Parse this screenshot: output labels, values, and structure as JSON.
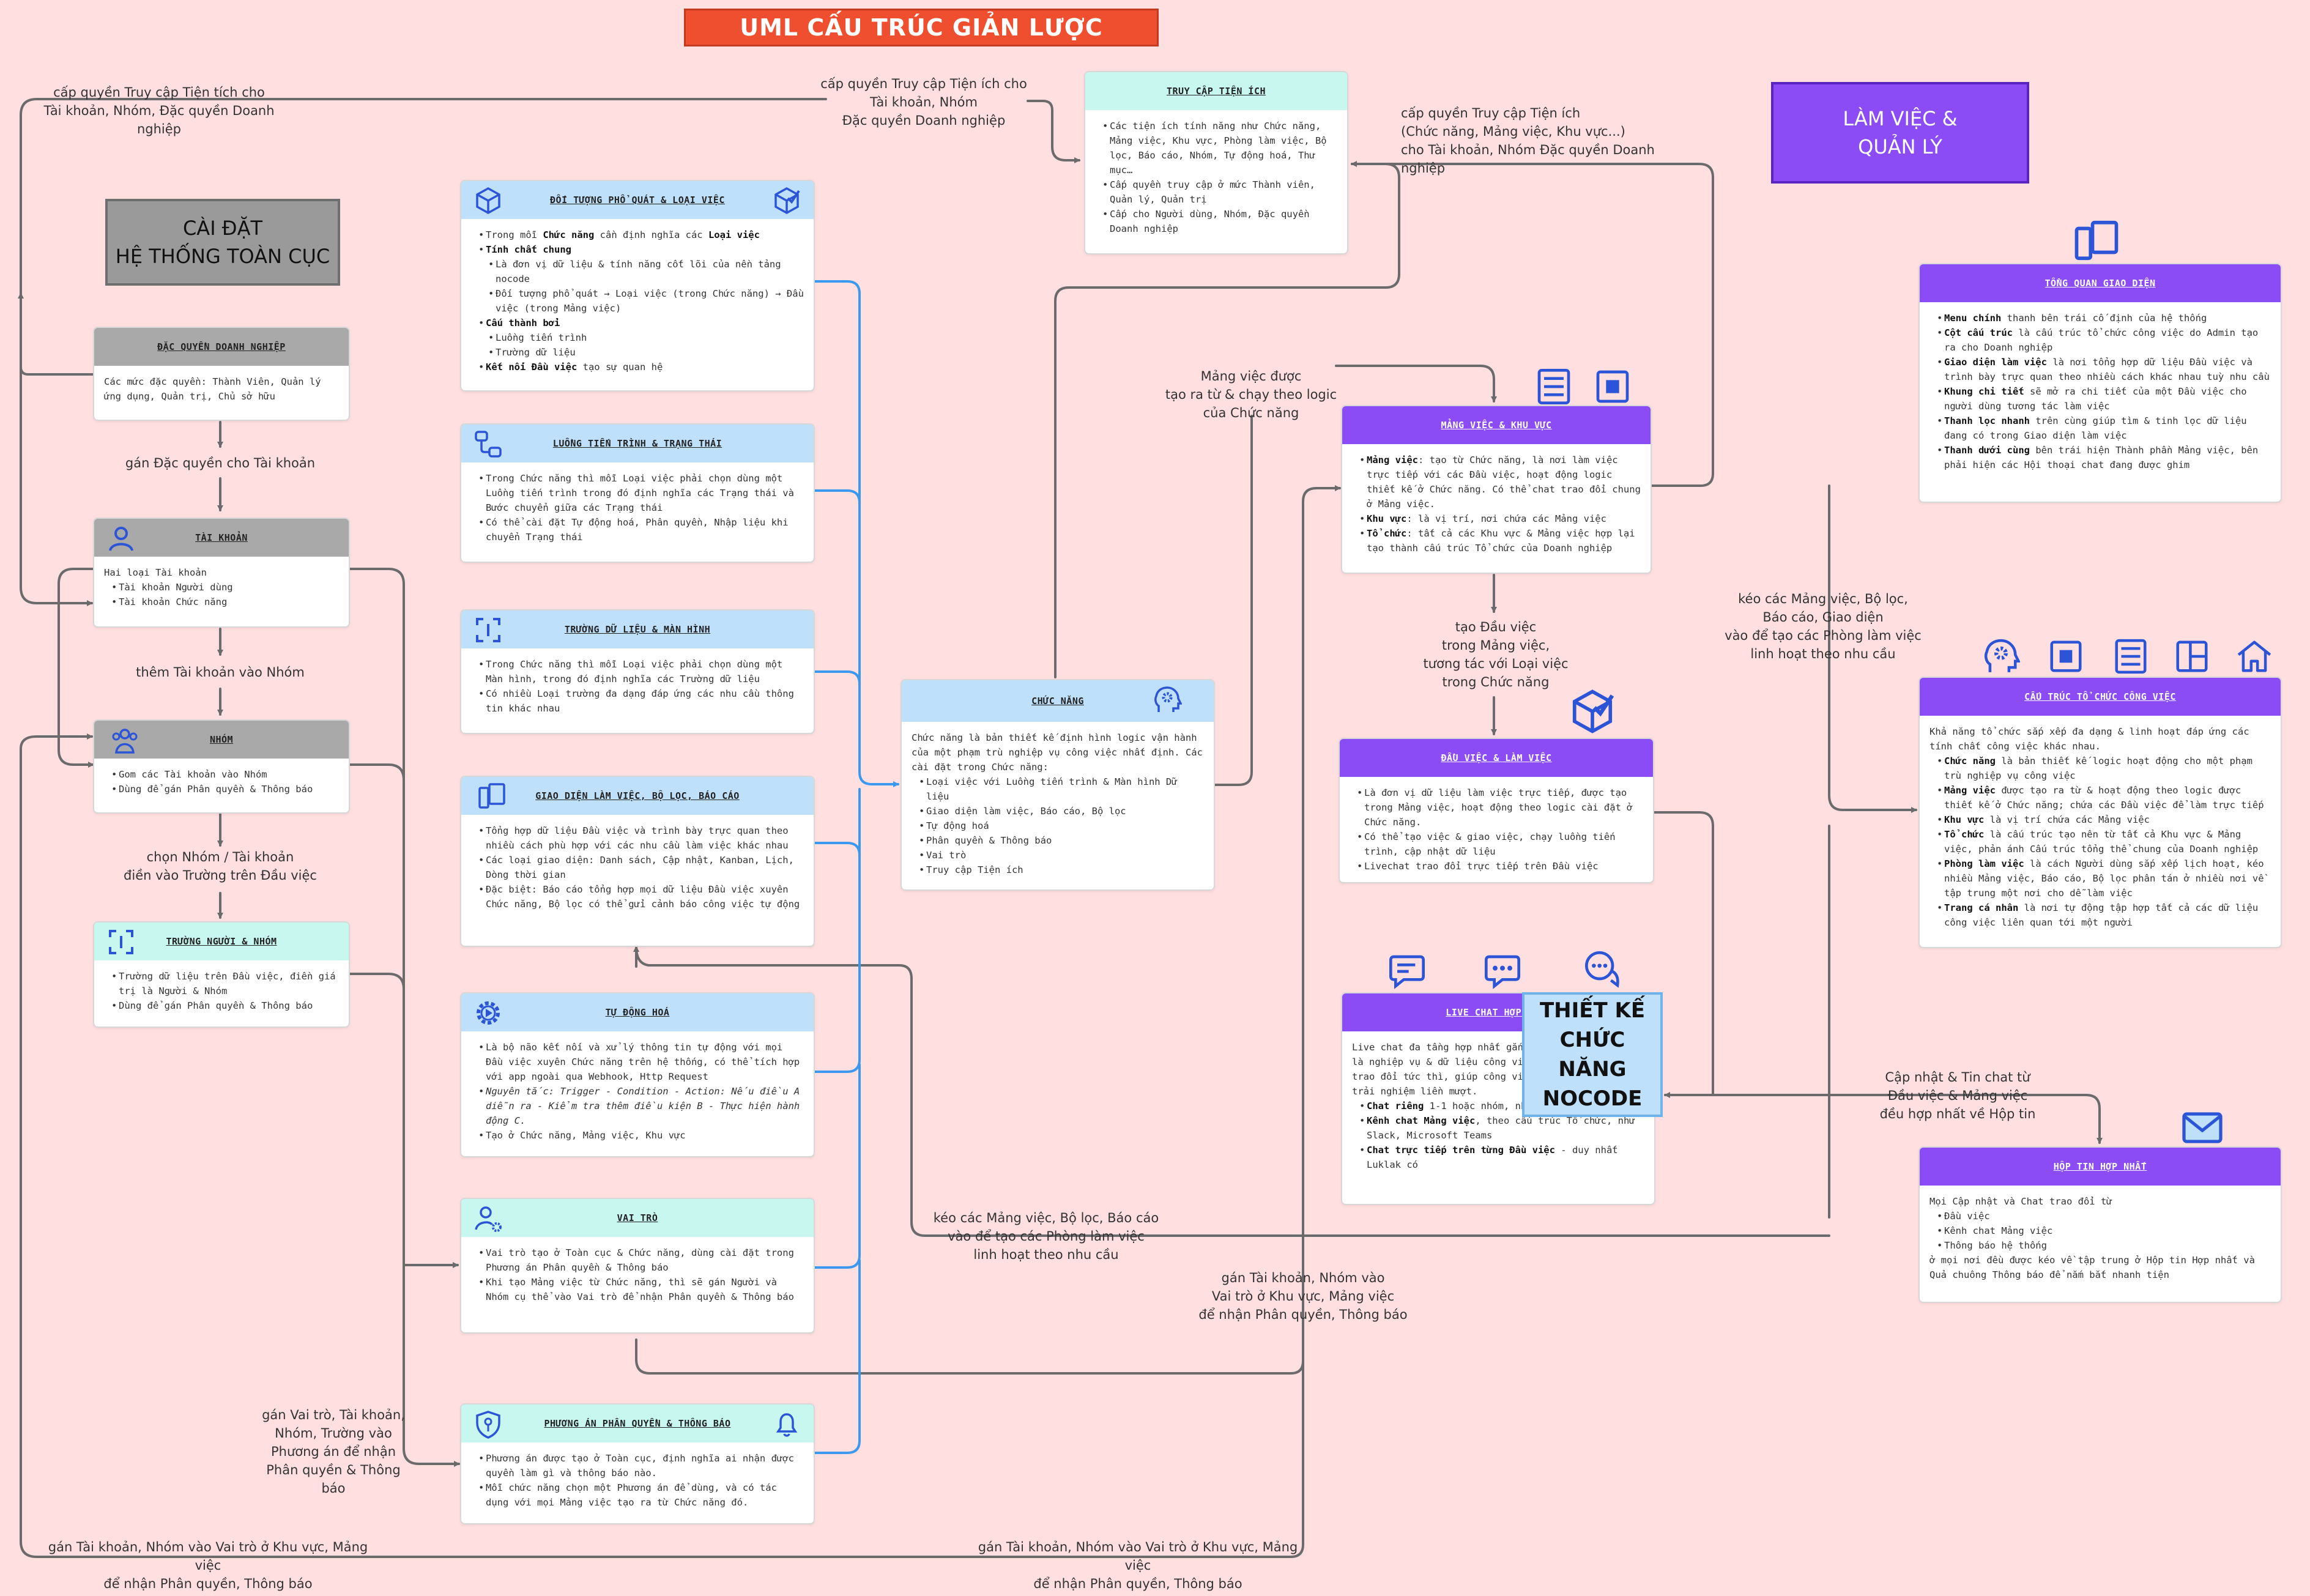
{
  "title": "UML CẤU TRÚC GIẢN LƯỢC",
  "sections": {
    "system": "CÀI ĐẶT\nHỆ THỐNG TOÀN CỤC",
    "work": "LÀM VIỆC &\nQUẢN LÝ",
    "nocode": "THIẾT KẾ\nCHỨC NĂNG\nNOCODE"
  },
  "cards": {
    "enterprise": {
      "title": "ĐẶC QUYỀN DOANH NGHIỆP",
      "text": "Các mức đặc quyền: Thành Viên, Quản lý ứng dụng, Quản trị, Chủ sở hữu"
    },
    "account": {
      "title": "TÀI KHOẢN",
      "intro": "Hai loại Tài khoản",
      "items": [
        "Tài khoản Người dùng",
        "Tài khoản Chức năng"
      ]
    },
    "group": {
      "title": "NHÓM",
      "items": [
        "Gom các Tài khoản vào Nhóm",
        "Dùng để gán Phân quyền & Thông báo"
      ]
    },
    "person_field": {
      "title": "TRƯỜNG NGƯỜI & NHÓM",
      "items": [
        "Trường dữ liệu trên Đầu việc, điền giá trị là Người & Nhóm",
        "Dùng để gán Phân quyền & Thông báo"
      ]
    },
    "objects": {
      "title": "ĐỐI TƯỢNG PHỔ QUÁT & LOẠI VIỆC",
      "lines": [
        {
          "t": "Trong mỗi ",
          "b": "Chức năng",
          "t2": " cần định nghĩa các ",
          "b2": "Loại việc"
        },
        {
          "b": "Tính chất chung"
        },
        {
          "sub": true,
          "t": "Là đơn vị dữ liệu & tính năng cốt lõi của nền tảng nocode"
        },
        {
          "sub": true,
          "t": "Đối tượng phổ quát → Loại việc (trong Chức năng) → Đầu việc (trong Mảng việc)"
        },
        {
          "b": "Cấu thành bởi"
        },
        {
          "sub": true,
          "t": "Luồng tiến trình"
        },
        {
          "sub": true,
          "t": "Trường dữ liệu"
        },
        {
          "b": "Kết nối Đầu việc",
          "t2": " tạo sự quan hệ"
        }
      ]
    },
    "flow": {
      "title": "LUỒNG TIẾN TRÌNH & TRẠNG THÁI",
      "items": [
        "Trong Chức năng thì mỗi Loại việc phải chọn dùng một Luồng tiến trình trong đó định nghĩa các Trạng thái và Bước chuyển giữa các Trạng thái",
        "Có thể cài đặt Tự động hoá, Phân quyền, Nhập liệu khi chuyển Trạng thái"
      ]
    },
    "fields": {
      "title": "TRƯỜNG DỮ LIỆU & MÀN HÌNH",
      "items": [
        "Trong Chức năng thì mỗi Loại việc phải chọn dùng một Màn hình, trong đó định nghĩa các Trường dữ liệu",
        "Có nhiều Loại trường đa dạng đáp ứng các nhu cầu thông tin khác nhau"
      ]
    },
    "views": {
      "title": "GIAO DIỆN LÀM VIỆC, BỘ LỌC, BÁO CÁO",
      "items": [
        "Tổng hợp dữ liệu Đầu việc và trình bày trực quan theo nhiều cách phù hợp với các nhu cầu làm việc khác nhau",
        "Các loại giao diện: Danh sách, Cập nhật, Kanban, Lịch, Dòng thời gian",
        "Đặc biệt: Báo cáo tổng hợp mọi dữ liệu Đầu việc xuyên Chức năng, Bộ lọc có thể gửi cảnh báo công việc tự động"
      ]
    },
    "automation": {
      "title": "TỰ ĐỘNG HOÁ",
      "items": [
        "Là bộ não kết nối và xử lý thông tin tự động với mọi Đầu việc xuyên Chức năng trên hệ thống, có thể tích hợp với app ngoài qua Webhook, Http Request",
        "Nguyên tắc: Trigger - Condition - Action: Nếu điều A diễn ra - Kiểm tra thêm điều kiện B - Thực hiện hành động C.",
        "Tạo ở Chức năng, Mảng việc, Khu vực"
      ]
    },
    "roles": {
      "title": "VAI TRÒ",
      "items": [
        "Vai trò tạo ở Toàn cục & Chức năng, dùng cài đặt trong Phương án Phân quyền & Thông báo",
        "Khi tạo Mảng việc từ Chức năng, thì sẽ gán Người và Nhóm cụ thể vào Vai trò để nhận Phân quyền & Thông báo"
      ]
    },
    "permissions": {
      "title": "PHƯƠNG ÁN PHÂN QUYỀN & THÔNG BÁO",
      "items": [
        "Phương án được tạo ở Toàn cục, định nghĩa ai nhận được quyền làm gì và thông báo nào.",
        "Mỗi chức năng chọn một Phương án để dùng, và có tác dụng với mọi Mảng việc tạo ra từ Chức năng đó."
      ]
    },
    "function": {
      "title": "CHỨC NĂNG",
      "intro": "Chức năng là bản thiết kế định hình logic vận hành của một phạm trù nghiệp vụ công việc nhất định. Các cài đặt trong Chức năng:",
      "items": [
        "Loại việc với Luồng tiến trình & Màn hình Dữ liệu",
        "Giao diện làm việc, Báo cáo, Bộ lọc",
        "Tự động hoá",
        "Phân quyền & Thông báo",
        "Vai trò",
        "Truy cập Tiện ích"
      ]
    },
    "utilities": {
      "title": "TRUY CẬP TIỆN ÍCH",
      "items": [
        "Các tiện ích tính năng như Chức năng, Mảng việc, Khu vực, Phòng làm việc, Bộ lọc, Báo cáo, Nhóm, Tự động hoá, Thư mục…",
        "Cấp quyền truy cập ở mức Thành viên, Quản lý, Quản trị",
        "Cấp cho Người dùng, Nhóm, Đặc quyền Doanh nghiệp"
      ]
    },
    "workspace": {
      "title": "MẢNG VIỆC & KHU VỰC",
      "lines": [
        {
          "b": "Mảng việc",
          "t": ": tạo từ Chức năng, là nơi làm việc trực tiếp với các Đầu việc, hoạt động logic thiết kế ở Chức năng. Có thể chat trao đổi chung ở Mảng việc."
        },
        {
          "b": "Khu vực",
          "t": ": là vị trí, nơi chứa các Mảng việc"
        },
        {
          "b": "Tổ chức",
          "t": ": tất cả các Khu vực & Mảng việc hợp lại tạo thành cấu trúc Tổ chức của Doanh nghiệp"
        }
      ]
    },
    "tasks": {
      "title": "ĐẦU VIỆC & LÀM VIỆC",
      "items": [
        "Là đơn vị dữ liệu làm việc trực tiếp, được tạo trong Mảng việc, hoạt động theo logic cài đặt ở Chức năng.",
        "Có thể tạo việc & giao việc, chạy luồng tiến trình, cập nhật dữ liệu",
        "Livechat trao đổi trực tiếp trên Đầu việc"
      ]
    },
    "chat": {
      "title": "LIVE CHAT HỢP NHẤT",
      "intro": "Live chat đa tầng hợp nhất gắn liền cấu trúc là nghiệp vụ & dữ liệu công việc phi cấu trúc trao đổi tức thì, giúp công việc vượt trội và trải nghiệm liền mượt.",
      "lines": [
        {
          "b": "Chat riêng",
          "t": " 1-1 hoặc nhóm, như Zalo, Telegram"
        },
        {
          "b": "Kênh chat Mảng việc",
          "t": ", theo cấu trúc Tổ chức, như Slack, Microsoft Teams"
        },
        {
          "b": "Chat trực tiếp trên từng Đầu việc",
          "t": " - duy nhất Luklak có"
        }
      ]
    },
    "overview": {
      "title": "TỔNG QUAN GIAO DIỆN",
      "lines": [
        {
          "b": "Menu chính",
          "t": " thanh bên trái cố định của hệ thống"
        },
        {
          "b": "Cột cấu trúc",
          "t": " là cấu trúc tổ chức công việc do Admin tạo ra cho Doanh nghiệp"
        },
        {
          "b": "Giao diện làm việc",
          "t": " là nơi tổng hợp dữ liệu Đầu việc và trình bày trực quan theo nhiều cách khác nhau tuỳ nhu cầu"
        },
        {
          "b": "Khung chi tiết",
          "t": " sẽ mở ra chi tiết của một Đầu việc cho người dùng tương tác làm việc"
        },
        {
          "b": "Thanh lọc nhanh",
          "t": " trên cùng giúp tìm & tinh lọc dữ liệu đang có trong Giao diện làm việc"
        },
        {
          "b": "Thanh dưới cùng",
          "t": " bên trái hiện Thành phần Mảng việc, bên phải hiện các Hội thoại chat đang được ghim"
        }
      ]
    },
    "org": {
      "title": "CẤU TRÚC TỔ CHỨC CÔNG VIỆC",
      "intro": "Khả năng tổ chức sắp xếp đa dạng & linh hoạt đáp ứng các tính chất công việc khác nhau.",
      "lines": [
        {
          "b": "Chức năng",
          "t": " là bản thiết kế logic hoạt động cho một phạm trù nghiệp vụ công việc"
        },
        {
          "b": "Mảng việc",
          "t": " được tạo ra từ & hoạt động theo logic được thiết kế ở Chức năng; chứa các Đầu việc để làm trực tiếp"
        },
        {
          "b": "Khu vực",
          "t": " là vị trí chứa các Mảng việc"
        },
        {
          "b": "Tổ chức",
          "t": " là cấu trúc tạo nên từ tất cả Khu vực & Mảng việc, phản ánh Cấu trúc tổng thể chung của Doanh nghiệp"
        },
        {
          "b": "Phòng làm việc",
          "t": " là cách Người dùng sắp xếp lịch hoạt, kéo nhiều Mảng việc, Báo cáo, Bộ lọc phân tán ở nhiều nơi về tập trung một nơi cho dễ làm việc"
        },
        {
          "b": "Trang cá nhân",
          "t": " là nơi tự động tập hợp tất cả các dữ liệu công việc liên quan tới một người"
        }
      ]
    },
    "inbox": {
      "title": "HỘP TIN HỢP NHẤT",
      "intro": "Mọi Cập nhật và Chat trao đổi từ",
      "items": [
        "Đầu việc",
        "Kênh chat Mảng việc",
        "Thông báo hệ thống"
      ],
      "outro": "ở mọi nơi đều được kéo về tập trung ở Hộp tin Hợp nhất và Quả chuông Thông báo để nắm bắt nhanh tiện"
    }
  },
  "connectors": {
    "c_util_left": "cấp quyền Truy cập Tiện tích cho\nTài khoản, Nhóm, Đặc quyền Doanh nghiệp",
    "c_util_top": "cấp quyền Truy cập Tiện ích cho\nTài khoản, Nhóm\nĐặc quyền Doanh nghiệp",
    "c_util_right": "cấp quyền Truy cập Tiện ích\n(Chức năng, Mảng việc, Khu vực...)\ncho Tài khoản, Nhóm Đặc quyền Doanh nghiệp",
    "c_enterprise": "gán Đặc quyền cho Tài khoản",
    "c_add_group": "thêm Tài khoản vào Nhóm",
    "c_pick_group": "chọn Nhóm / Tài khoản\nđiền vào Trường trên Đầu việc",
    "c_workspace_created": "Mảng việc được\ntạo ra từ & chạy  theo logic\ncủa Chức năng",
    "c_create_task": "tạo Đầu việc\ntrong Mảng việc,\ntương tác với Loại việc\ntrong Chức năng",
    "c_drag_rooms_right": "kéo các Mảng việc,  Bộ lọc,\nBáo cáo, Giao diện\nvào để tạo các Phòng làm việc\nlinh hoạt  theo nhu cầu",
    "c_drag_rooms_mid": "kéo các Mảng việc,  Bộ lọc, Báo cáo\nvào để tạo các Phòng làm việc\nlinh hoạt  theo nhu cầu",
    "c_updates": "Cập nhật & Tin chat từ\nĐầu việc & Mảng việc\nđều hợp nhất về Hộp tin",
    "c_assign_mid": "gán Tài khoản, Nhóm vào\nVai trò ở Khu vực, Mảng việc\nđể nhận Phân quyền, Thông báo",
    "c_assign_roles": "gán Vai trò, Tài khoản,\nNhóm, Trường vào\nPhương án để nhận\nPhân quyền & Thông báo",
    "c_assign_bottom_left": "gán Tài khoản, Nhóm vào Vai trò ở Khu vực, Mảng việc\nđể nhận Phân quyền, Thông báo",
    "c_assign_bottom_right": "gán Tài khoản, Nhóm vào Vai trò ở Khu vực, Mảng việc\nđể nhận Phân quyền, Thông báo"
  }
}
